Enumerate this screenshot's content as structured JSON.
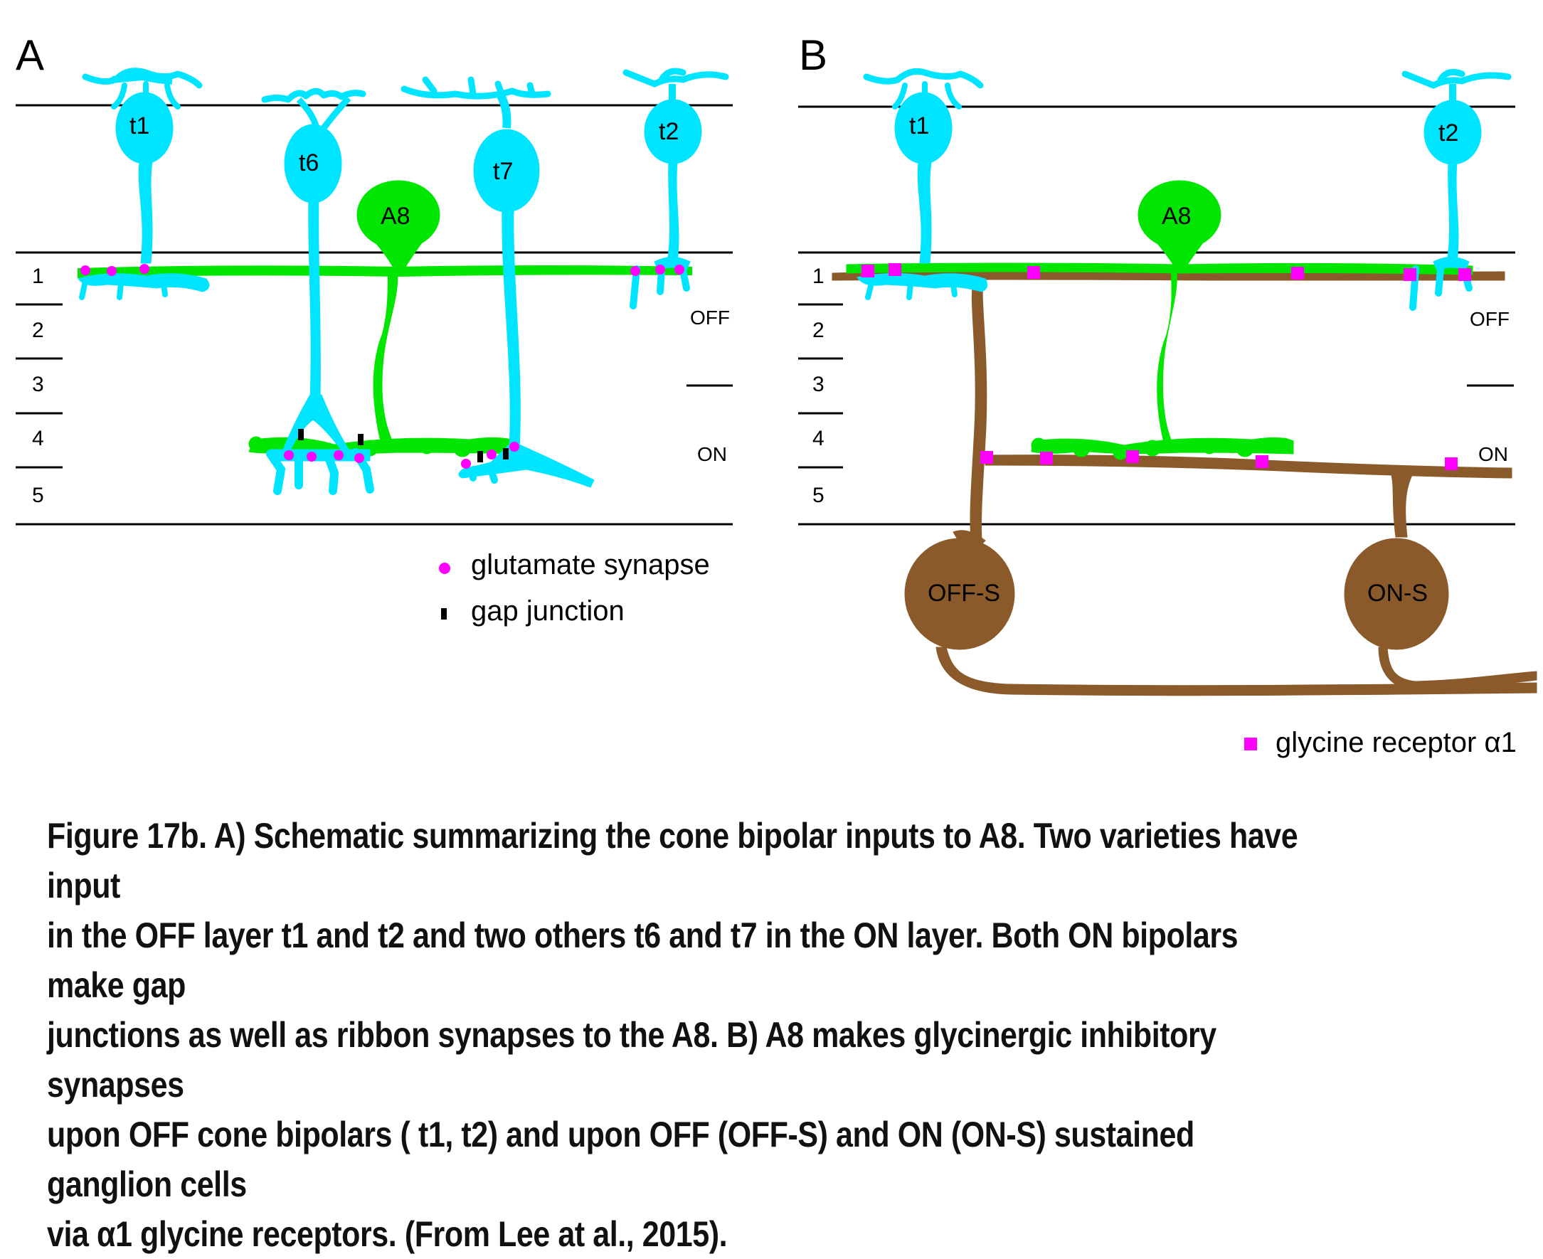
{
  "panels": {
    "a": {
      "letter": "A",
      "cells": {
        "t1": "t1",
        "t6": "t6",
        "a8": "A8",
        "t7": "t7",
        "t2": "t2"
      },
      "layers": [
        "1",
        "2",
        "3",
        "4",
        "5"
      ],
      "zones": {
        "off": "OFF",
        "on": "ON"
      },
      "legend": {
        "glutamate": "glutamate synapse",
        "gap": "gap junction"
      }
    },
    "b": {
      "letter": "B",
      "cells": {
        "t1": "t1",
        "a8": "A8",
        "t2": "t2",
        "off_s": "OFF-S",
        "on_s": "ON-S"
      },
      "layers": [
        "1",
        "2",
        "3",
        "4",
        "5"
      ],
      "zones": {
        "off": "OFF",
        "on": "ON"
      },
      "legend": {
        "glycine": "glycine receptor α1"
      }
    }
  },
  "colors": {
    "bipolar": "#00e5ff",
    "a8": "#00e600",
    "ganglion": "#8b5a2b",
    "glutamate": "#ff00ff",
    "glycine": "#ff00ff",
    "gap": "#000000"
  },
  "caption": "Figure 17b. A) Schematic summarizing the cone bipolar inputs to A8. Two varieties have input\nin the OFF layer  t1 and  t2 and two others  t6 and  t7 in the ON layer. Both ON bipolars make gap\n junctions as well as ribbon synapses to the A8. B) A8 makes glycinergic inhibitory synapses\nupon OFF cone bipolars ( t1,  t2) and upon OFF (OFF-S) and ON (ON-S) sustained  ganglion cells\nvia α1 glycine receptors. (From Lee at al., 2015)."
}
